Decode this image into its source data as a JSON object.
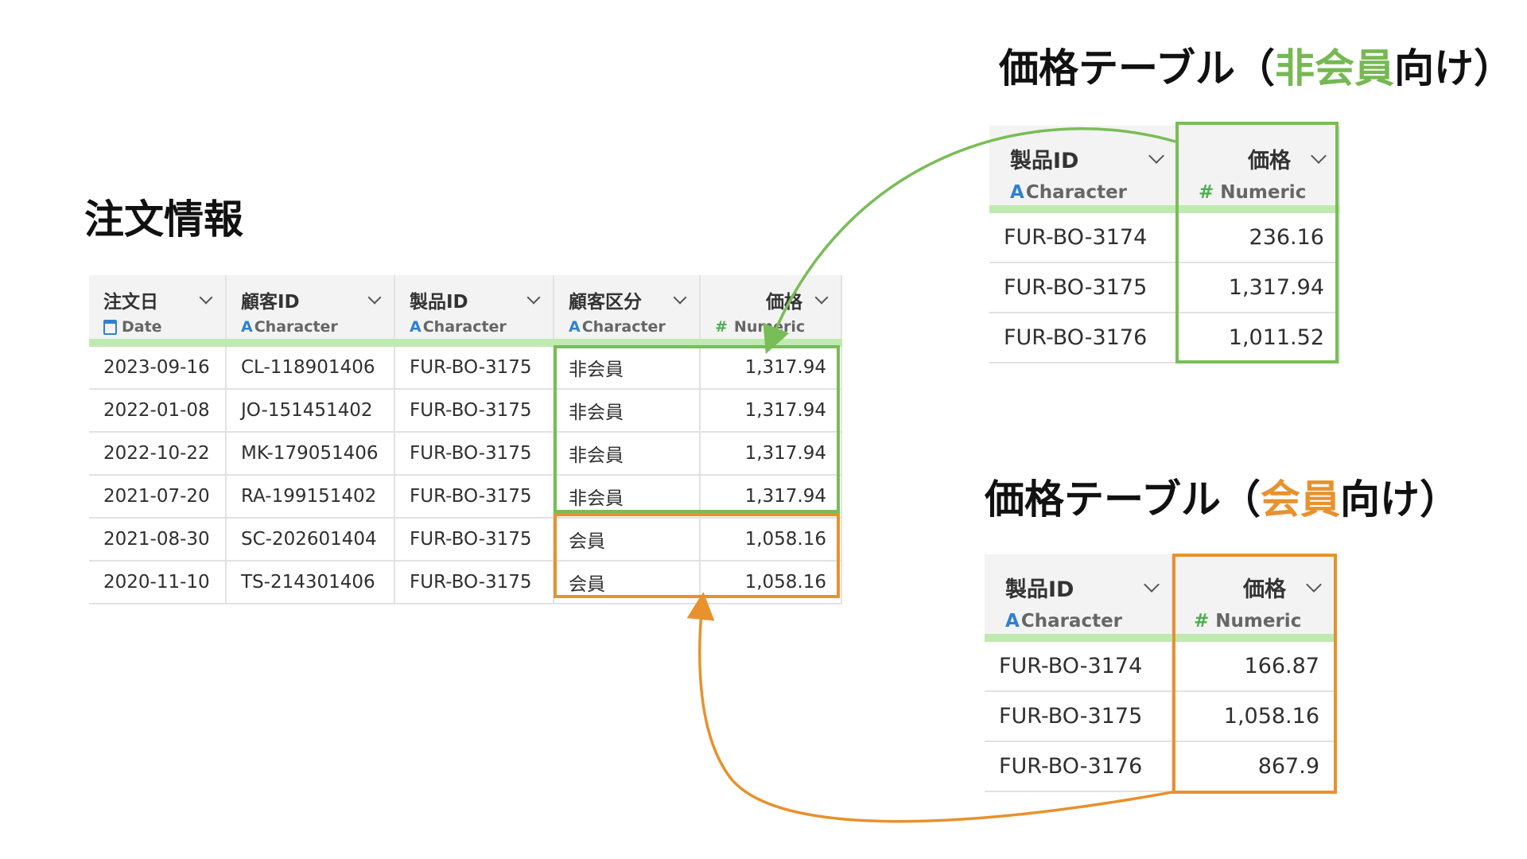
{
  "orders": {
    "title": "注文情報",
    "columns": [
      {
        "label": "注文日",
        "type": "Date",
        "type_icon": "calendar-icon"
      },
      {
        "label": "顧客ID",
        "type": "Character",
        "type_icon": "character-type-icon"
      },
      {
        "label": "製品ID",
        "type": "Character",
        "type_icon": "character-type-icon"
      },
      {
        "label": "顧客区分",
        "type": "Character",
        "type_icon": "character-type-icon"
      },
      {
        "label": "価格",
        "type": "Numeric",
        "type_icon": "numeric-type-icon"
      }
    ],
    "rows": [
      [
        "2023-09-16",
        "CL-118901406",
        "FUR-BO-3175",
        "非会員",
        "1,317.94"
      ],
      [
        "2022-01-08",
        "JO-151451402",
        "FUR-BO-3175",
        "非会員",
        "1,317.94"
      ],
      [
        "2022-10-22",
        "MK-179051406",
        "FUR-BO-3175",
        "非会員",
        "1,317.94"
      ],
      [
        "2021-07-20",
        "RA-199151402",
        "FUR-BO-3175",
        "非会員",
        "1,317.94"
      ],
      [
        "2021-08-30",
        "SC-202601404",
        "FUR-BO-3175",
        "会員",
        "1,058.16"
      ],
      [
        "2020-11-10",
        "TS-214301406",
        "FUR-BO-3175",
        "会員",
        "1,058.16"
      ]
    ]
  },
  "price_nonmember": {
    "title_prefix": "価格テーブル（",
    "title_highlight": "非会員",
    "title_suffix": "向け）",
    "columns": [
      {
        "label": "製品ID",
        "type": "Character"
      },
      {
        "label": "価格",
        "type": "Numeric"
      }
    ],
    "rows": [
      [
        "FUR-BO-3174",
        "236.16"
      ],
      [
        "FUR-BO-3175",
        "1,317.94"
      ],
      [
        "FUR-BO-3176",
        "1,011.52"
      ]
    ]
  },
  "price_member": {
    "title_prefix": "価格テーブル（",
    "title_highlight": "会員",
    "title_suffix": "向け）",
    "columns": [
      {
        "label": "製品ID",
        "type": "Character"
      },
      {
        "label": "価格",
        "type": "Numeric"
      }
    ],
    "rows": [
      [
        "FUR-BO-3174",
        "166.87"
      ],
      [
        "FUR-BO-3175",
        "1,058.16"
      ],
      [
        "FUR-BO-3176",
        "867.9"
      ]
    ]
  },
  "icons": {
    "character": "A",
    "numeric": "#"
  },
  "colors": {
    "nonmember_accent": "#79bd56",
    "member_accent": "#e8912d",
    "header_underline": "#bfeab0"
  }
}
